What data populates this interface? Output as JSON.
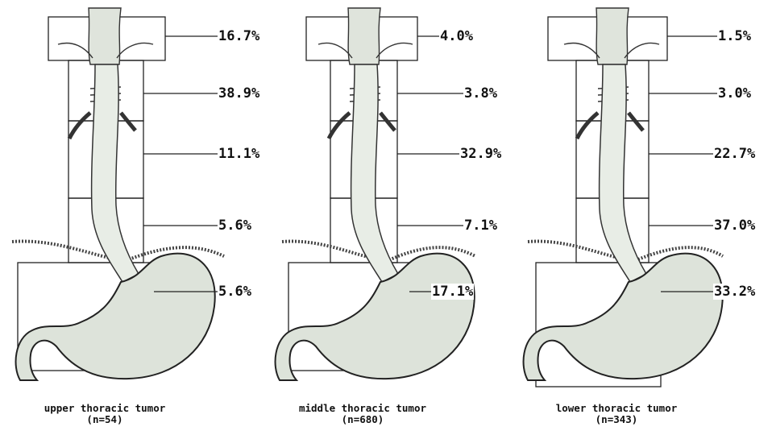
{
  "panels": [
    {
      "title": "upper thoracic tumor",
      "n": "(n=54)",
      "percents": [
        "16.7%",
        "38.9%",
        "11.1%",
        "5.6%",
        "5.6%"
      ]
    },
    {
      "title": "middle thoracic tumor",
      "n": "(n=680)",
      "percents": [
        "4.0%",
        "3.8%",
        "32.9%",
        "7.1%",
        "17.1%"
      ]
    },
    {
      "title": "lower thoracic tumor",
      "n": "(n=343)",
      "percents": [
        "1.5%",
        "3.0%",
        "22.7%",
        "37.0%",
        "33.2%"
      ]
    }
  ]
}
